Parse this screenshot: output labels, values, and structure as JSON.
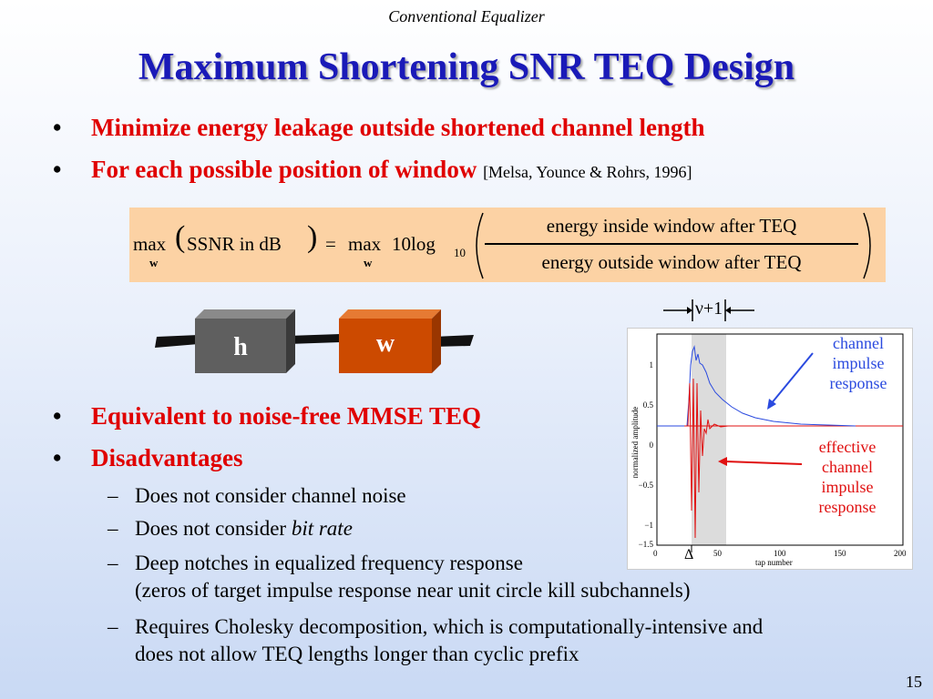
{
  "header": {
    "note": "Conventional Equalizer"
  },
  "title": "Maximum Shortening SNR TEQ Design",
  "bullets": [
    {
      "text": "Minimize energy leakage outside shortened channel length"
    },
    {
      "text": "For each possible position of window",
      "citation": "[Melsa, Younce & Rohrs, 1996]"
    },
    {
      "text": "Equivalent to noise-free MMSE TEQ"
    },
    {
      "text": "Disadvantages"
    }
  ],
  "bullet_symbol": "•",
  "dash_symbol": "–",
  "subitems": [
    {
      "text": "Does not consider channel noise"
    },
    {
      "text": "Does not consider ",
      "italic": "bit rate"
    },
    {
      "line1": "Deep notches in equalized frequency response",
      "line2": "(zeros of target impulse response near unit circle kill subchannels)"
    },
    {
      "line1": "Requires Cholesky decomposition, which is computationally-intensive and",
      "line2": "does not allow TEQ lengths longer than cyclic prefix"
    }
  ],
  "formula": {
    "max1": "max",
    "sub_w": "w",
    "lhs": "SSNR  in dB",
    "eq": "=",
    "max2": "max",
    "coef": "10log",
    "base": "10",
    "numerator": "energy  inside  window   after  TEQ",
    "denominator": "energy  outside  window   after  TEQ"
  },
  "blocks": {
    "h": "h",
    "w": "w"
  },
  "colors": {
    "title": "#1a1ab8",
    "bullet": "#e00000",
    "formula_bg": "#fcd2a4",
    "block_h": "#5f5f5f",
    "block_w": "#cc4a00",
    "channel": "#2a4adf",
    "effective": "#e01010"
  },
  "plot": {
    "window_label": "ν+1",
    "delta_label": "Δ",
    "ylabel": "normalized amplitude",
    "xlabel": "tap number",
    "yticks": [
      "1",
      "0.5",
      "0",
      "−0.5",
      "−1",
      "−1.5"
    ],
    "xticks": [
      "0",
      "50",
      "100",
      "150",
      "200"
    ],
    "ann_channel": [
      "channel",
      "impulse",
      "response"
    ],
    "ann_effective": [
      "effective",
      "channel",
      "impulse",
      "response"
    ]
  },
  "page_number": "15"
}
